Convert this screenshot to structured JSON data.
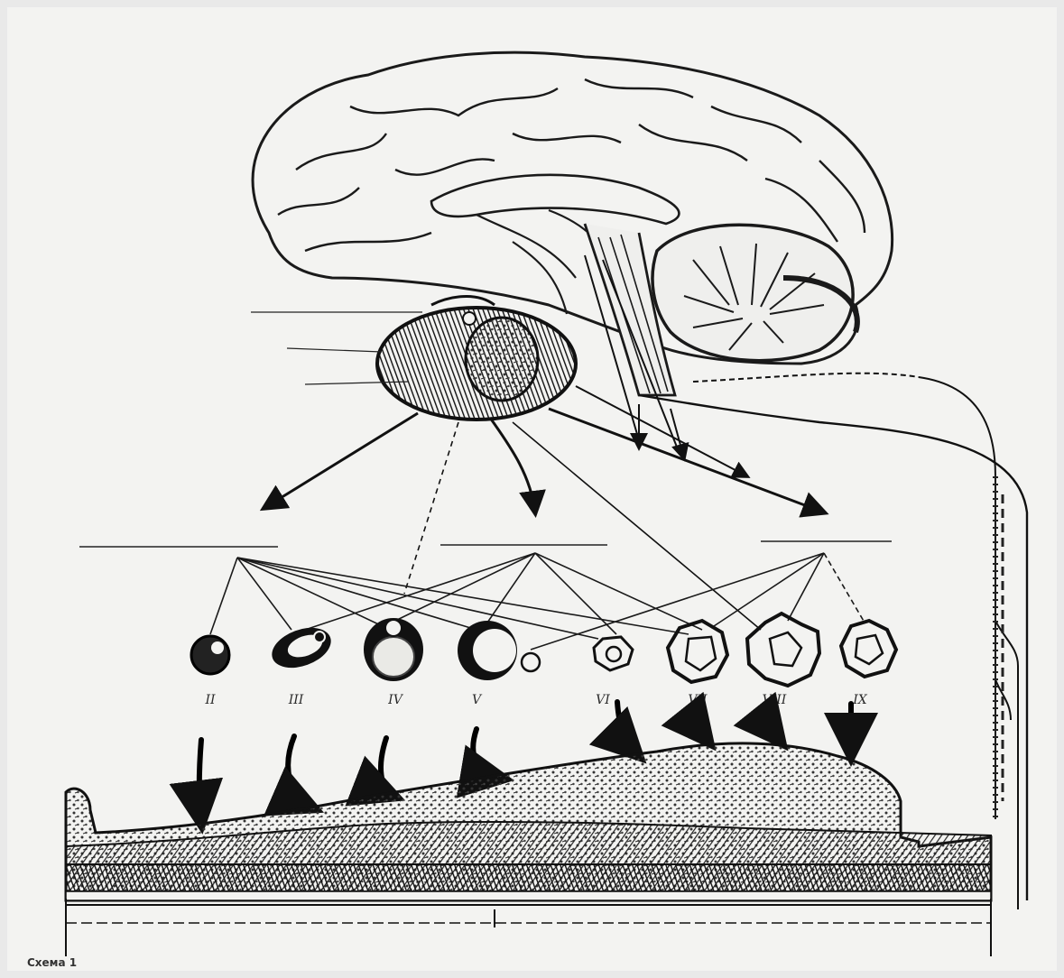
{
  "figure": {
    "arc_title": "",
    "caption": "Схема 1"
  },
  "labels": {
    "hypothalamus": "",
    "anterior_lobe": "",
    "posterior_lobe": "",
    "nerve_tract": "",
    "spinal_nerves": "",
    "hormone_left": "",
    "hormone_center": "",
    "hormone_right": "",
    "follicles_label": "",
    "corpus_luteum_label": "",
    "uterine_layer_1": "",
    "uterine_layer_2": "",
    "side_scale": ""
  },
  "follicle_numerals": [
    "II",
    "III",
    "IV",
    "V",
    "VI",
    "VII",
    "VIII",
    "IX"
  ],
  "colors": {
    "ink": "#1c1c1c",
    "paper": "#f3f3f1",
    "background": "#e9e9e9"
  }
}
